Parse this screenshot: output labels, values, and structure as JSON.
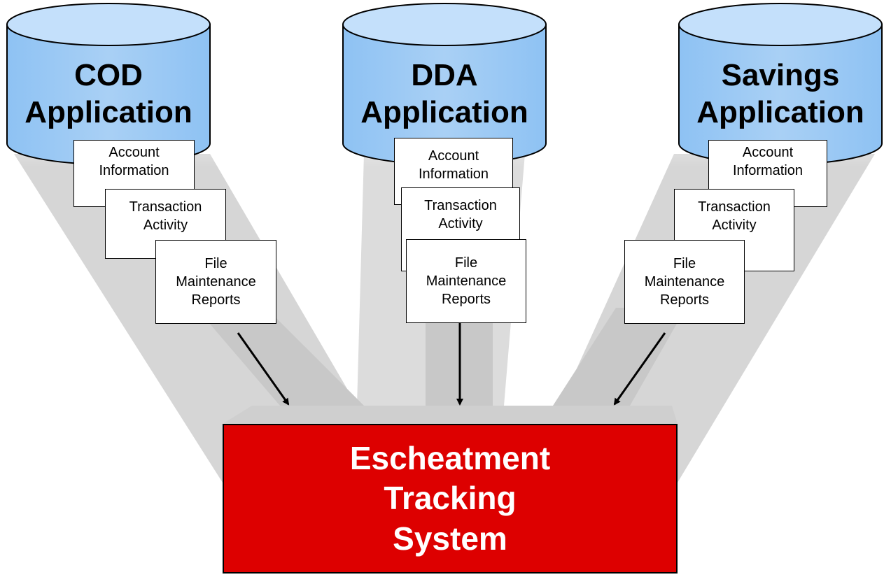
{
  "colors": {
    "cylinder_fill": "#a9d0f5",
    "cylinder_top": "#c7e1fb",
    "funnel_gray": "#d4d4d4",
    "target_red": "#dd0000",
    "target_text": "#ffffff"
  },
  "sources": [
    {
      "title": "COD\nApplication",
      "documents": [
        "Account\nInformation",
        "Transaction\nActivity",
        "File\nMaintenance\nReports"
      ]
    },
    {
      "title": "DDA\nApplication",
      "documents": [
        "Account\nInformation",
        "Transaction\nActivity",
        "File\nMaintenance\nReports"
      ]
    },
    {
      "title": "Savings\nApplication",
      "documents": [
        "Account\nInformation",
        "Transaction\nActivity",
        "File\nMaintenance\nReports"
      ]
    }
  ],
  "target": {
    "title": "Escheatment\nTracking\nSystem"
  }
}
